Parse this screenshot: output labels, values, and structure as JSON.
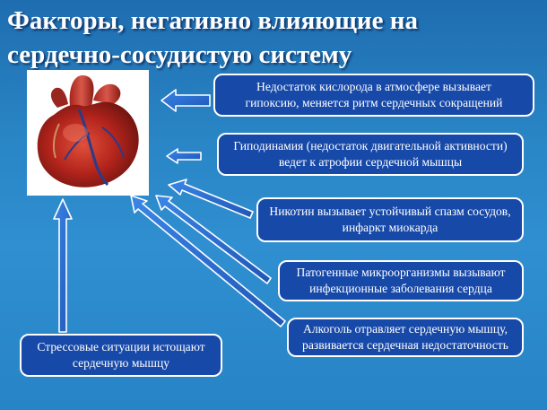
{
  "title": {
    "line1": "Факторы, негативно влияющие на",
    "line2": "сердечно-сосудистую систему"
  },
  "heart_image": "heart-illustration",
  "factors": [
    {
      "line1": "Недостаток кислорода в атмосфере вызывает",
      "line2": "гипоксию, меняется  ритм сердечных сокращений"
    },
    {
      "line1": "Гиподинамия (недостаток двигательной активности)",
      "line2": "ведет к атрофии сердечной мышцы"
    },
    {
      "line1": "Никотин вызывает устойчивый спазм сосудов,",
      "line2": "инфаркт миокарда"
    },
    {
      "line1": "Патогенные микроорганизмы вызывают",
      "line2": "инфекционные заболевания сердца"
    },
    {
      "line1": "Алкоголь отравляет сердечную мышцу,",
      "line2": "развивается сердечная недостаточность"
    },
    {
      "line1": "Стрессовые ситуации истощают",
      "line2": "сердечную мышцу"
    }
  ],
  "colors": {
    "background": "#2a86c6",
    "box_fill": "#1749a8",
    "arrow_fill": "#2e6fd0",
    "text": "#ffffff"
  }
}
